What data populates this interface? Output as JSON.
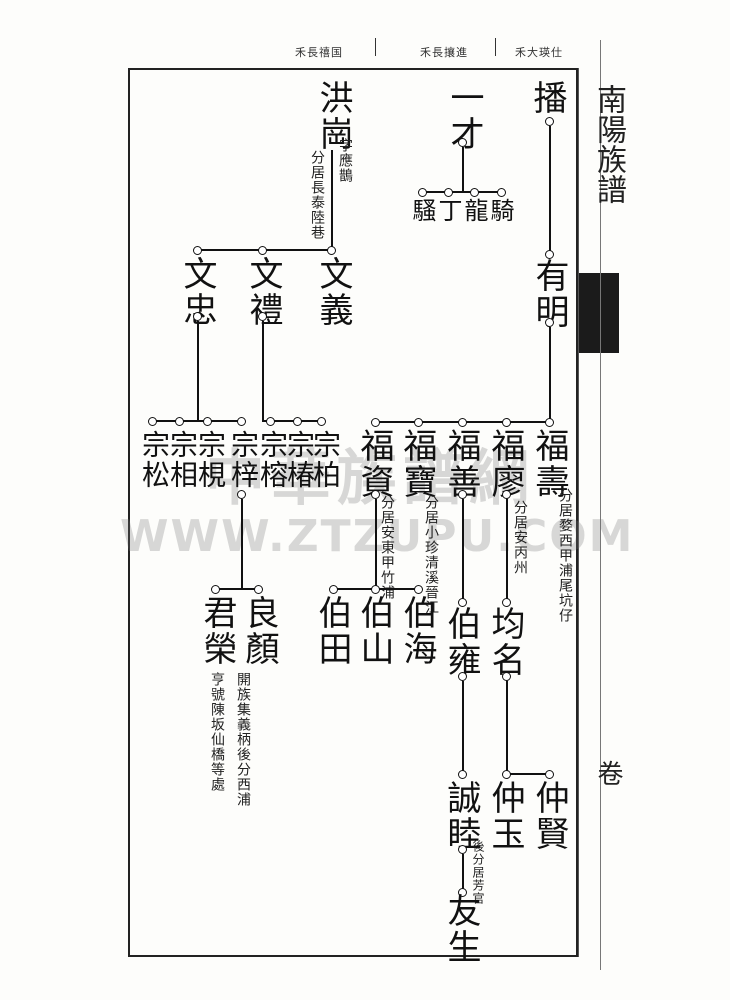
{
  "header": {
    "labels": [
      "禾長禧国",
      "禾長攘進",
      "禾大瑛仕"
    ]
  },
  "side_margin": {
    "top_glyphs": "南陽族譜",
    "bottom_glyphs": "卷"
  },
  "watermark": {
    "chinese": "中華族譜網",
    "url": "WWW.ZTZUPU.COM"
  },
  "tree": {
    "col1": {
      "root": "播",
      "son": "有明",
      "grandsons": [
        "福壽",
        "福廖",
        "福善",
        "福寶",
        "福資"
      ],
      "notes": {
        "fu_shou": "分居婺西甲浦尾坑仔",
        "fu_liao": "分居安丙州",
        "fu_bao": "分居小珍清溪晉江",
        "fu_zi": "分居安東甲竹浦"
      },
      "great": {
        "jun_ming": "均名",
        "bo_yong": "伯雍",
        "bo_hai": "伯海",
        "bo_shan": "伯山",
        "bo_tian": "伯田"
      },
      "gg": {
        "zhong_xian": "仲賢",
        "zhong_yu": "仲玉",
        "cheng_mu": "誠睦",
        "cheng_mu_note": "後分居芳官",
        "you_sheng": "友生"
      }
    },
    "col2": {
      "root": "一才",
      "sons": [
        "騎",
        "龍",
        "丁",
        "騷"
      ]
    },
    "col3": {
      "root": "洪崗",
      "root_note_a": "字應鵲",
      "root_note_b": "分居長泰陸巷",
      "sons": [
        "文義",
        "文禮",
        "文忠"
      ],
      "grandsons": [
        "宗柏",
        "宗椿",
        "宗榕",
        "宗梓",
        "宗梘",
        "宗相",
        "宗松"
      ],
      "great": {
        "liang_yan": "良顏",
        "jun_rong": "君榮",
        "jun_rong_note_a": "開族集義柄後分西浦",
        "jun_rong_note_b": "亨號陳坂仙橋等處"
      }
    }
  }
}
